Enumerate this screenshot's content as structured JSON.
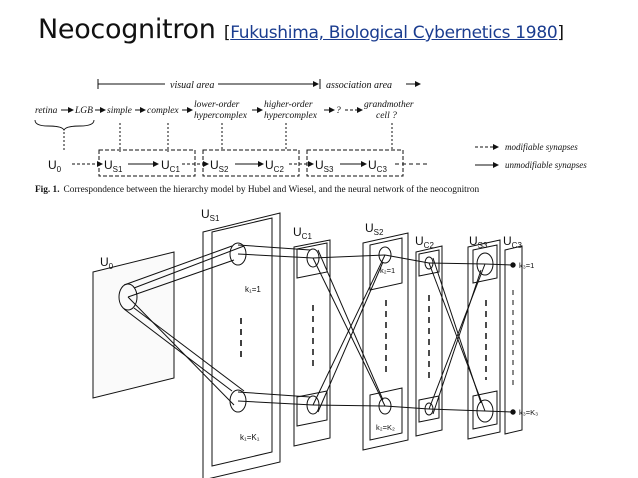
{
  "slide": {
    "title": "Neocognitron",
    "ref_open": "[",
    "ref_link": "Fukushima, Biological Cybernetics 1980",
    "ref_close": "]"
  },
  "fig1": {
    "visual_area": "visual area",
    "association_area": "association area",
    "hier": [
      "retina",
      "LGB",
      "simple",
      "complex",
      "lower-order",
      "hypercomplex",
      "higher-order",
      "hypercomplex",
      "?",
      "grandmother",
      "cell ?"
    ],
    "layers": [
      "U",
      "U",
      "U",
      "U",
      "U",
      "U",
      "U"
    ],
    "subs": [
      "0",
      "S1",
      "C1",
      "S2",
      "C2",
      "S3",
      "C3"
    ],
    "legend_modifiable": "modifiable synapses",
    "legend_unmodifiable": "unmodifiable synapses",
    "caption_bold": "Fig. 1.",
    "caption": "Correspondence between the hierarchy model by Hubel and Wiesel, and the neural network of the neocognitron"
  },
  "fig2": {
    "layer_u": "U",
    "subs": [
      "0",
      "S1",
      "C1",
      "S2",
      "C2",
      "S3",
      "C3"
    ],
    "k1_top": "k₁=1",
    "k1_bot": "k₁=K₁",
    "k2_top": "k₂=1",
    "k2_bot": "k₂=K₂",
    "k3_top": "k₃=1",
    "k3_bot": "k₃=K₃"
  }
}
